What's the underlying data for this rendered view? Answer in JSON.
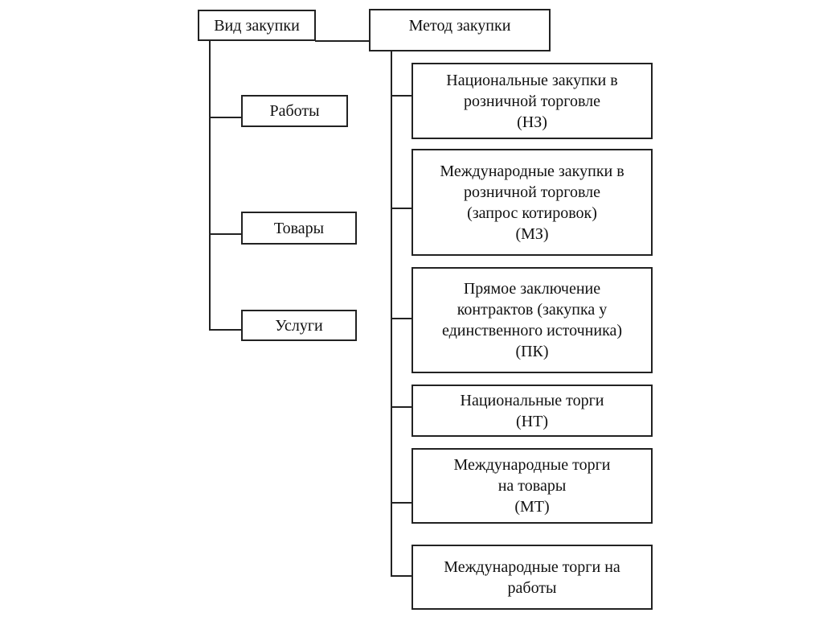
{
  "type_header": "Вид закупки",
  "method_header": "Метод закупки",
  "types": [
    "Работы",
    "Товары",
    "Услуги"
  ],
  "methods": [
    [
      "Национальные закупки в",
      "розничной торговле",
      "(НЗ)"
    ],
    [
      "Международные закупки в",
      "розничной торговле",
      "(запрос котировок)",
      "(МЗ)"
    ],
    [
      "Прямое заключение",
      "контрактов (закупка у",
      "единственного источника)",
      "(ПК)"
    ],
    [
      "Национальные торги",
      "(НТ)"
    ],
    [
      "Международные торги",
      "на товары",
      "(МТ)"
    ],
    [
      "Международные торги на",
      "работы"
    ]
  ]
}
